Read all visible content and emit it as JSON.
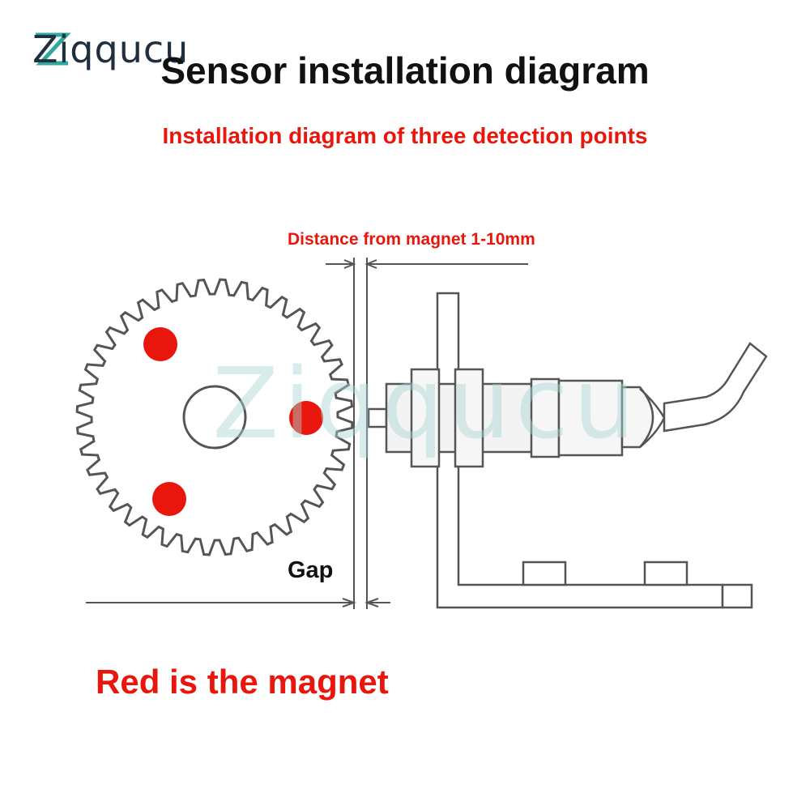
{
  "brand": {
    "logo_text": "Ziqqucu",
    "watermark_text": "Ziqqucu"
  },
  "header": {
    "title": "Sensor installation diagram",
    "subtitle": "Installation diagram of three detection points"
  },
  "diagram": {
    "distance_label": "Distance from magnet 1-10mm",
    "gap_label": "Gap",
    "magnet_count": 3,
    "magnet_color": "#e8160c"
  },
  "legend": {
    "text": "Red is the magnet"
  },
  "colors": {
    "accent": "#e8160c",
    "line": "#555555",
    "logo": "#1f2f3f",
    "logo_accent": "#2fa8a0"
  }
}
